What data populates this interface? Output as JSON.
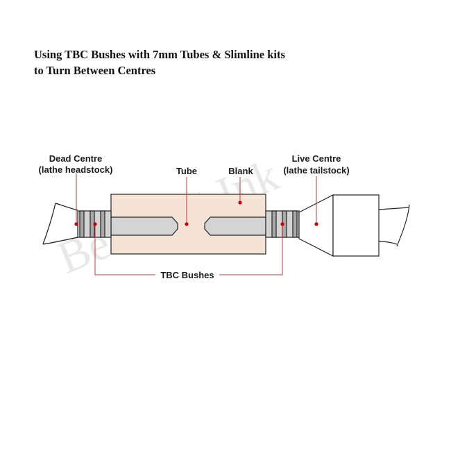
{
  "title": {
    "line1": "Using TBC Bushes with 7mm Tubes & Slimline kits",
    "line2": "to Turn Between Centres"
  },
  "labels": {
    "dead_centre": "Dead Centre",
    "dead_centre_sub": "(lathe headstock)",
    "tube": "Tube",
    "blank": "Blank",
    "live_centre": "Live Centre",
    "live_centre_sub": "(lathe tailstock)",
    "tbc_bushes": "TBC Bushes"
  },
  "watermark": "Beaufort Ink",
  "colors": {
    "blank": "#f5e4d6",
    "metal": "#d4d4d4",
    "metal_dark": "#a9a9a9",
    "leader": "#c23a3a",
    "outline": "#222222",
    "watermark": "#e6e6e6"
  }
}
